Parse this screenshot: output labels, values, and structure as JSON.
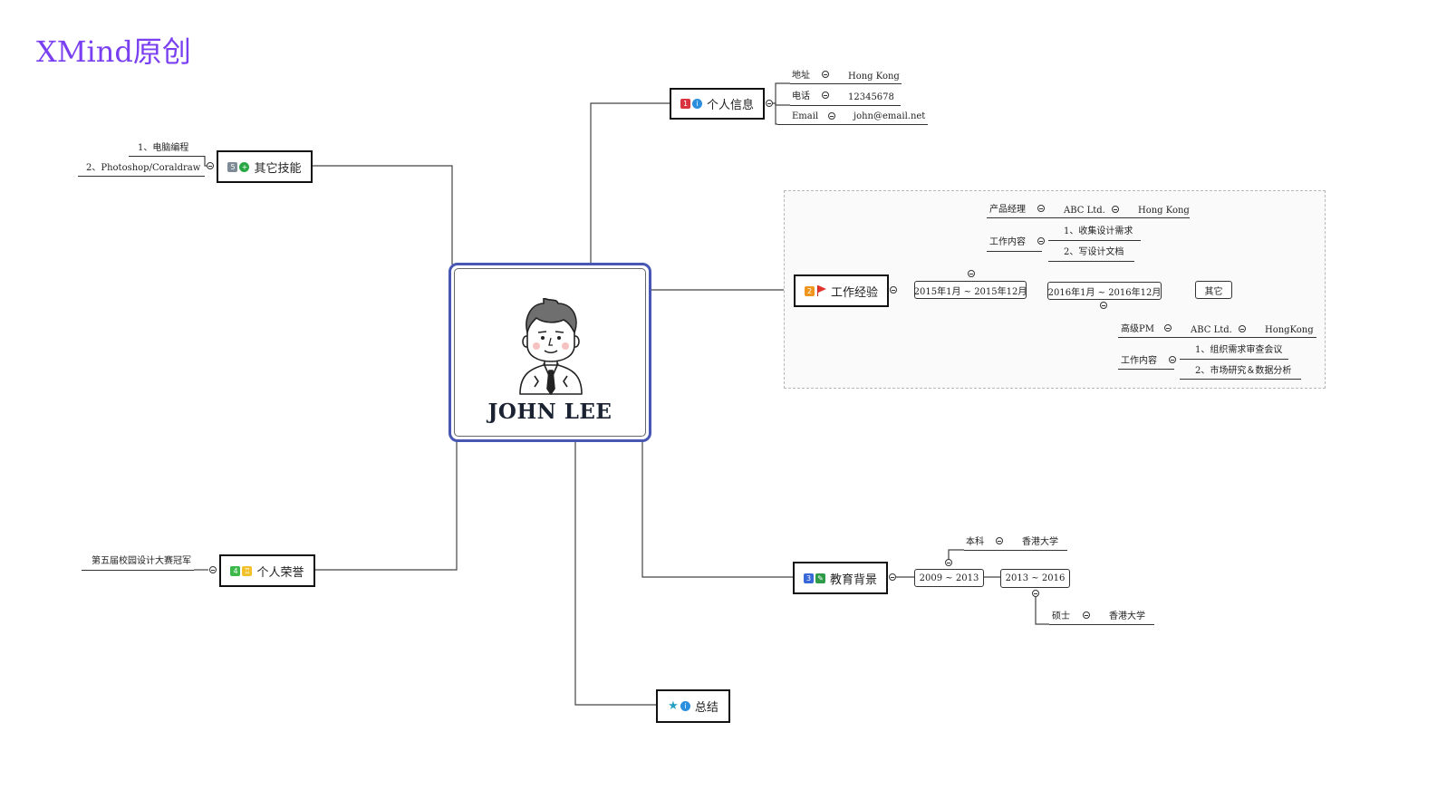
{
  "brand": "XMind原创",
  "central": {
    "name": "JOHN LEE"
  },
  "colors": {
    "accent": "#4757b3",
    "brand": "#7a3ff0"
  },
  "topics": {
    "personal_info": {
      "label": "个人信息",
      "badge": "1",
      "badge_color": "#d9333f",
      "icon": "info-icon",
      "icon_color": "#2c8fde",
      "rows": [
        {
          "key": "地址",
          "value": "Hong Kong"
        },
        {
          "key": "电话",
          "value": "12345678"
        },
        {
          "key": "Email",
          "value": "john@email.net"
        }
      ]
    },
    "work": {
      "label": "工作经验",
      "badge": "2",
      "badge_color": "#f0961e",
      "icon": "flag-icon",
      "icon_color": "#e2342c",
      "period1": {
        "label": "2015年1月 ~ 2015年12月",
        "title": "产品经理",
        "company": "ABC Ltd.",
        "location": "Hong Kong",
        "content_label": "工作内容",
        "items": [
          "1、收集设计需求",
          "2、写设计文档"
        ]
      },
      "period2": {
        "label": "2016年1月 ~ 2016年12月",
        "title": "高级PM",
        "company": "ABC Ltd.",
        "location": "HongKong",
        "content_label": "工作内容",
        "items": [
          "1、组织需求审查会议",
          "2、市场研究＆数据分析"
        ]
      },
      "other": "其它"
    },
    "education": {
      "label": "教育背景",
      "badge": "3",
      "badge_color": "#3868d8",
      "icon": "pencil-icon",
      "icon_color": "#2e9b48",
      "period1": {
        "label": "2009 ~ 2013",
        "degree": "本科",
        "school": "香港大学"
      },
      "period2": {
        "label": "2013 ~ 2016",
        "degree": "硕士",
        "school": "香港大学"
      }
    },
    "honors": {
      "label": "个人荣誉",
      "badge": "4",
      "badge_color": "#3db84a",
      "icon": "trophy-icon",
      "icon_color": "#f2c028",
      "items": [
        "第五届校园设计大赛冠军"
      ]
    },
    "skills": {
      "label": "其它技能",
      "badge": "5",
      "badge_color": "#7f8c97",
      "icon": "plus-icon",
      "icon_color": "#29a745",
      "items": [
        "1、电脑编程",
        "2、Photoshop/Coraldraw"
      ]
    },
    "summary": {
      "label": "总结",
      "icon": "star-icon",
      "icon_color": "#239fc2",
      "icon2": "info-icon",
      "icon2_color": "#2c8fde"
    }
  }
}
